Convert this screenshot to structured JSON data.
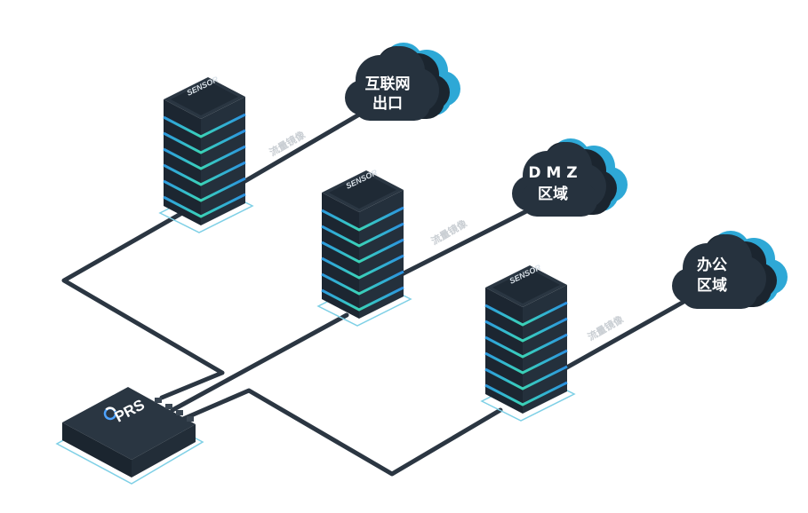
{
  "clouds": {
    "internet": {
      "line1": "互联网",
      "line2": "出口"
    },
    "dmz": {
      "line1": "D M Z",
      "line2": "区域"
    },
    "office": {
      "line1": "办公",
      "line2": "区域"
    }
  },
  "sensors": {
    "s1": {
      "label": "SENSOR"
    },
    "s2": {
      "label": "SENSOR"
    },
    "s3": {
      "label": "SENSOR"
    }
  },
  "links": {
    "l1": {
      "label": "流量镜像"
    },
    "l2": {
      "label": "流量镜像"
    },
    "l3": {
      "label": "流量镜像"
    }
  },
  "device": {
    "brand": "PRS"
  },
  "colors": {
    "tower_dark": "#1f2a35",
    "tower_top": "#27333f",
    "cable": "#2b3642",
    "brick_blue": "#2b8fe0",
    "brick_teal": "#3bd3b6",
    "cloud_front": "#26323e",
    "cloud_accent": "#2ea8d6",
    "outline": "#7fd0e6"
  }
}
